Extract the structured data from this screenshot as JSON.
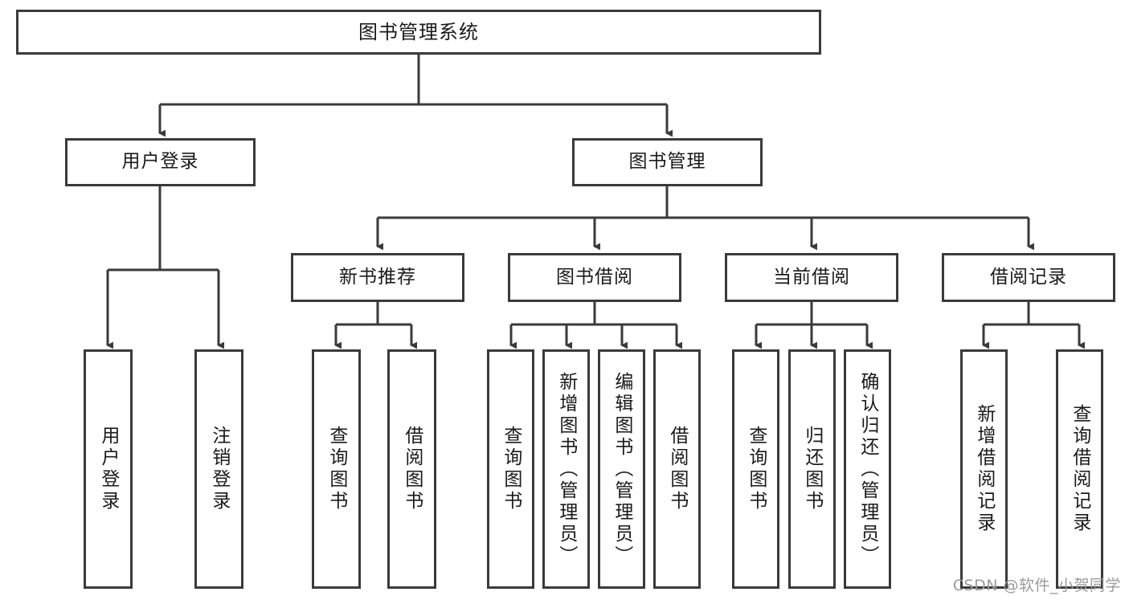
{
  "diagram": {
    "title": "图书管理系统",
    "type": "tree-hierarchy-diagram",
    "colors": {
      "stroke": "#3a3a3a",
      "fill": "#ffffff",
      "text": "#1a1a1a",
      "watermark": "#9a9a9a"
    },
    "levels": {
      "root": {
        "label": "图书管理系统"
      },
      "level1": [
        {
          "label": "用户登录"
        },
        {
          "label": "图书管理"
        }
      ],
      "level2": [
        {
          "label": "新书推荐"
        },
        {
          "label": "图书借阅"
        },
        {
          "label": "当前借阅"
        },
        {
          "label": "借阅记录"
        }
      ],
      "leaves": {
        "user_login": [
          {
            "label": "用户登录"
          },
          {
            "label": "注销登录"
          }
        ],
        "new_book_recommend": [
          {
            "label": "查询图书"
          },
          {
            "label": "借阅图书"
          }
        ],
        "book_borrow": [
          {
            "label": "查询图书"
          },
          {
            "label": "新增图书（管理员）"
          },
          {
            "label": "编辑图书（管理员）"
          },
          {
            "label": "借阅图书"
          }
        ],
        "current_borrow": [
          {
            "label": "查询图书"
          },
          {
            "label": "归还图书"
          },
          {
            "label": "确认归还（管理员）"
          }
        ],
        "borrow_record": [
          {
            "label": "新增借阅记录"
          },
          {
            "label": "查询借阅记录"
          }
        ]
      }
    },
    "watermark": "CSDN @软件_小贺同学"
  }
}
